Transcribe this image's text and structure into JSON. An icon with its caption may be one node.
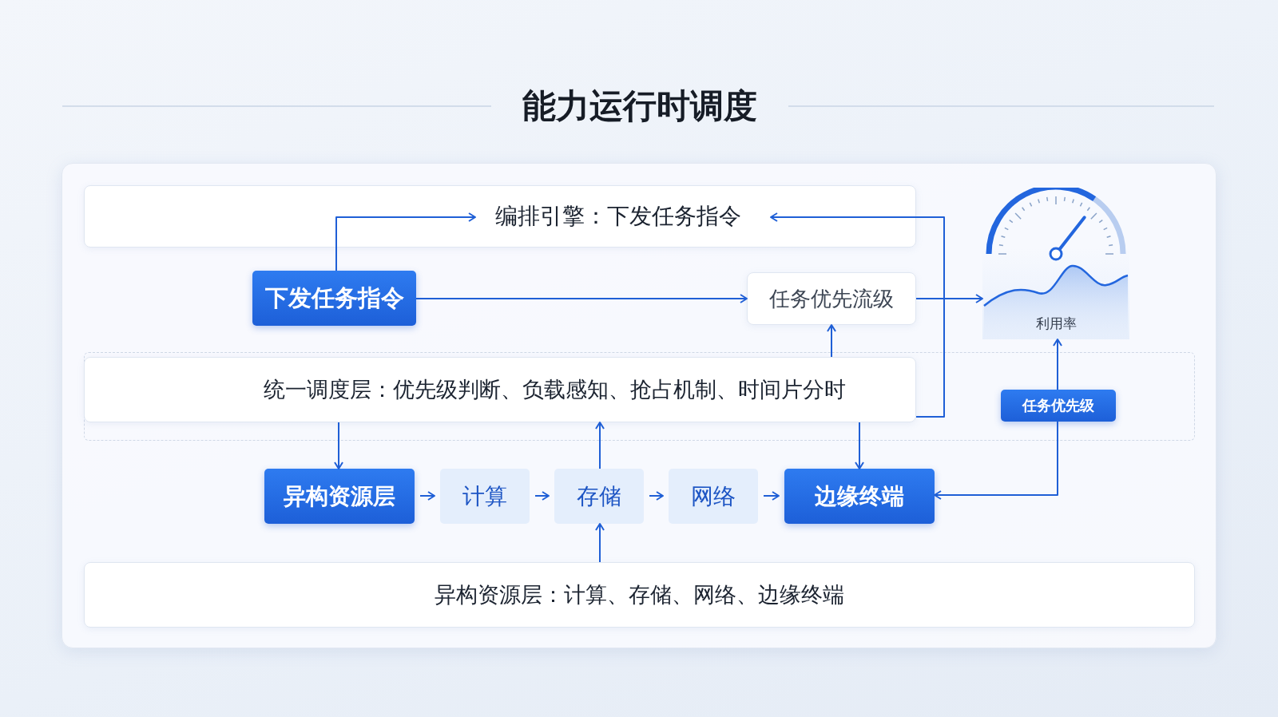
{
  "diagram": {
    "title": "能力运行时调度",
    "nodes": [
      {
        "text": [
          "编排引擎：下发任务指令"
        ]
      },
      {
        "text": [
          "下发任务指令"
        ]
      },
      {
        "text": [
          "任务优先流级"
        ]
      },
      {
        "text": [
          "利用率"
        ]
      },
      {
        "text": [
          "统一调度层：优先级判断、负载感知、抢占机制、时间片分时"
        ]
      },
      {
        "text": [
          "任务优先级"
        ]
      },
      {
        "text": [
          "异构资源层"
        ]
      },
      {
        "text": [
          "计算"
        ]
      },
      {
        "text": [
          "存储"
        ]
      },
      {
        "text": [
          "网络"
        ]
      },
      {
        "text": [
          "边缘终端"
        ]
      },
      {
        "text": [
          "异构资源层：计算、存储、网络、边缘终端"
        ]
      }
    ],
    "edges": [
      {
        "from": 1,
        "to": 0,
        "arrow": "to"
      },
      {
        "from": 4,
        "to": 0,
        "arrow": "to"
      },
      {
        "from": 1,
        "to": 2,
        "arrow": "to"
      },
      {
        "from": 2,
        "to": 3,
        "arrow": "to"
      },
      {
        "from": 4,
        "to": 2,
        "arrow": "to"
      },
      {
        "from": 4,
        "to": 6,
        "arrow": "to"
      },
      {
        "from": 8,
        "to": 4,
        "arrow": "to"
      },
      {
        "from": 4,
        "to": 10,
        "arrow": "to"
      },
      {
        "from": 6,
        "to": 7,
        "arrow": "to"
      },
      {
        "from": 7,
        "to": 8,
        "arrow": "to"
      },
      {
        "from": 8,
        "to": 9,
        "arrow": "to"
      },
      {
        "from": 9,
        "to": 10,
        "arrow": "to"
      },
      {
        "from": 11,
        "to": 8,
        "arrow": "to"
      },
      {
        "from": 5,
        "to": 3,
        "arrow": "to"
      },
      {
        "from": 5,
        "to": 10,
        "arrow": "to"
      }
    ]
  }
}
